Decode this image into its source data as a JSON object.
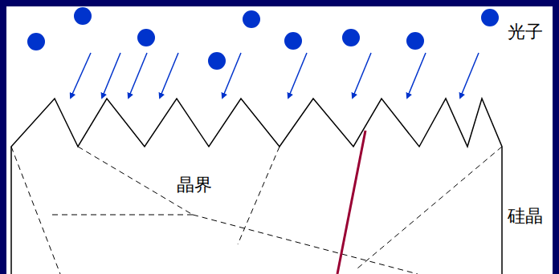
{
  "diagram": {
    "labels": [
      "光子",
      "晶界",
      "硅晶"
    ]
  }
}
